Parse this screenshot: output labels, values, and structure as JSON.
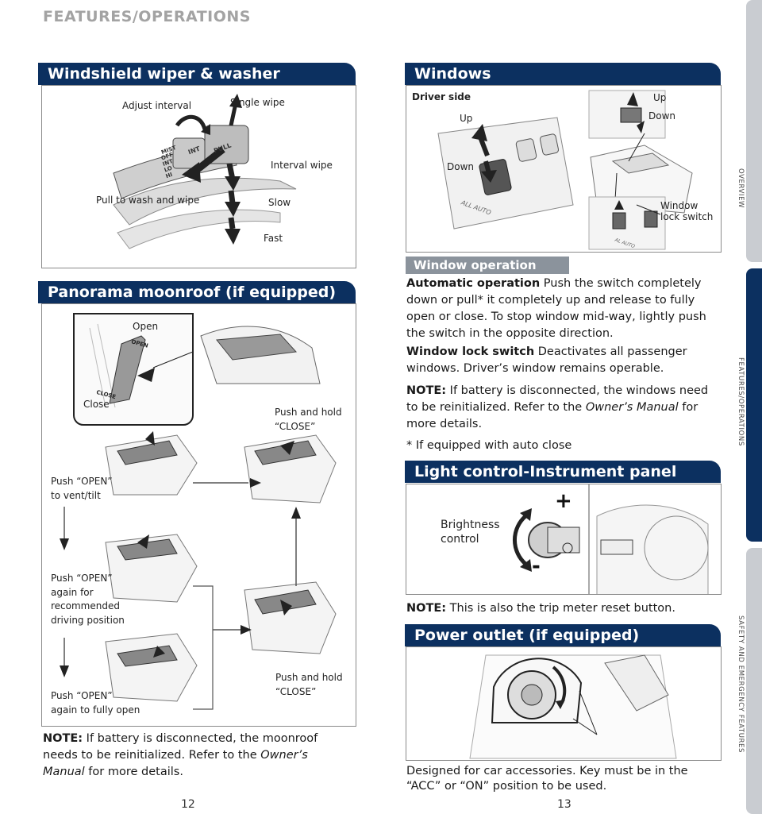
{
  "header": {
    "title": "FEATURES/OPERATIONS"
  },
  "wiper": {
    "banner": "Windshield wiper & washer",
    "labels": {
      "adjust_interval": "Adjust interval",
      "single_wipe": "Single wipe",
      "interval_wipe": "Interval wipe",
      "pull_to_wash": "Pull to wash and wipe",
      "slow": "Slow",
      "fast": "Fast"
    },
    "lever_marks": {
      "mist": "MIST",
      "off": "OFF",
      "int": "INT",
      "lo": "LO",
      "hi": "HI",
      "int2": "INT",
      "pull": "PULL"
    }
  },
  "moonroof": {
    "banner": "Panorama moonroof (if equipped)",
    "labels": {
      "open": "Open",
      "close": "Close",
      "switch_open": "OPEN",
      "switch_close": "CLOSE",
      "push_hold_close_1a": "Push and hold",
      "push_hold_close_1b": "“CLOSE”",
      "push_open_vent_a": "Push “OPEN”",
      "push_open_vent_b": "to vent/tilt",
      "push_open_again_a": "Push “OPEN”",
      "push_open_again_b": "again for",
      "push_open_again_c": "recommended",
      "push_open_again_d": "driving position",
      "push_open_full_a": "Push “OPEN”",
      "push_open_full_b": "again to fully open",
      "push_hold_close_2a": "Push and hold",
      "push_hold_close_2b": "“CLOSE”"
    },
    "note": {
      "prefix": "NOTE:",
      "text1": " If battery is disconnected, the moonroof needs to be reinitialized. Refer to the ",
      "manual": "Owner’s Manual",
      "text2": " for more details."
    }
  },
  "windows": {
    "banner": "Windows",
    "labels": {
      "driver_side": "Driver side",
      "up_left": "Up",
      "down_left": "Down",
      "up_right": "Up",
      "down_right": "Down",
      "lock_switch_a": "Window",
      "lock_switch_b": "lock switch",
      "all_auto": "ALL AUTO",
      "all_auto_small": "AL AUTO"
    },
    "sub_banner": "Window operation",
    "auto_op": {
      "title": "Automatic operation",
      "text": " Push the switch completely down or pull* it completely up and release to fully open or close. To stop window mid-way, lightly push the switch in the opposite direction."
    },
    "lock_switch": {
      "title": "Window lock switch",
      "text": " Deactivates all passenger windows. Driver’s window remains operable."
    },
    "note": {
      "prefix": "NOTE:",
      "text1": " If battery is disconnected, the windows need to be reinitialized. Refer to the ",
      "manual": "Owner’s Manual",
      "text2": " for more details."
    },
    "footnote": "* If equipped with auto close"
  },
  "light": {
    "banner": "Light control-Instrument panel",
    "label_a": "Brightness",
    "label_b": "control",
    "plus": "+",
    "minus": "-",
    "note": {
      "prefix": "NOTE:",
      "text": " This is also the trip meter reset button."
    }
  },
  "outlet": {
    "banner": "Power outlet (if equipped)",
    "text": "Designed for car accessories. Key must be in the “ACC” or “ON” position to be used."
  },
  "sidebar": {
    "tabs": [
      {
        "label": "OVERVIEW"
      },
      {
        "label": "FEATURES/OPERATIONS"
      },
      {
        "label": "SAFETY AND EMERGENCY FEATURES"
      }
    ]
  },
  "pages": {
    "left": "12",
    "right": "13"
  },
  "colors": {
    "banner": "#0c3060",
    "sub_banner": "#8b939c",
    "header": "#a3a3a3",
    "side_tab": "#c9ccd1"
  }
}
